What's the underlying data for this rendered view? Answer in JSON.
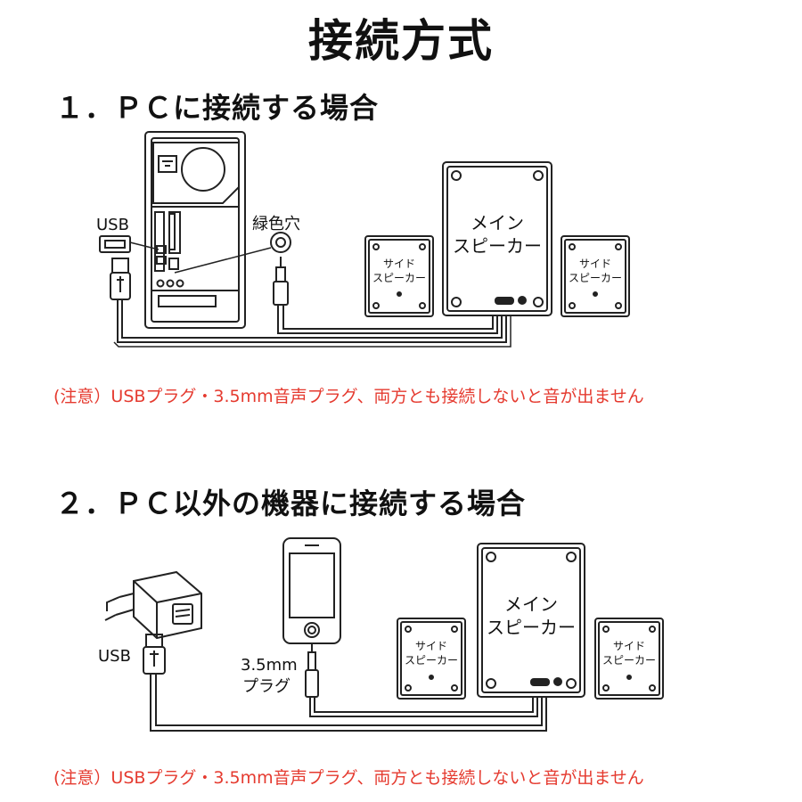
{
  "title": "接続方式",
  "section1": {
    "heading": "１．ＰＣに接続する場合",
    "usb_label": "USB",
    "green_jack_label": "緑色穴",
    "main_speaker_line1": "メイン",
    "main_speaker_line2": "スピーカー",
    "side_left_line1": "サイド",
    "side_left_line2": "スピーカー",
    "side_right_line1": "サイド",
    "side_right_line2": "スピーカー",
    "note": "(注意）USBプラグ・3.5mm音声プラグ、両方とも接続しないと音が出ません"
  },
  "section2": {
    "heading": "２．ＰＣ以外の機器に接続する場合",
    "usb_label": "USB",
    "plug_label_line1": "3.5mm",
    "plug_label_line2": "プラグ",
    "main_speaker_line1": "メイン",
    "main_speaker_line2": "スピーカー",
    "side_left_line1": "サイド",
    "side_left_line2": "スピーカー",
    "side_right_line1": "サイド",
    "side_right_line2": "スピーカー",
    "note": "(注意）USBプラグ・3.5mm音声プラグ、両方とも接続しないと音が出ません"
  },
  "colors": {
    "note": "#e53a2f",
    "line": "#222222"
  }
}
